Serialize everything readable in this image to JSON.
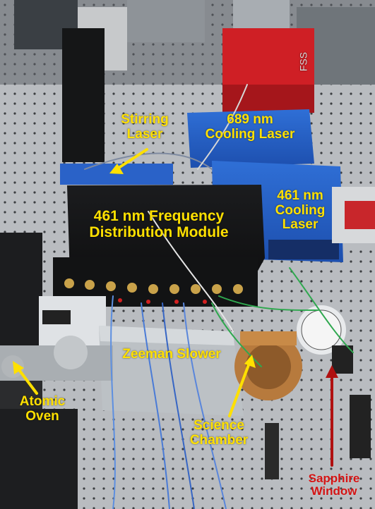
{
  "labels": {
    "fss": "FSS",
    "laser_689": "689 nm\nCooling Laser",
    "stirring": "Stirring\nLaser",
    "fdm": "461 nm Frequency\nDistribution Module",
    "laser_461": "461 nm\nCooling\nLaser",
    "zeeman": "Zeeman Slower",
    "oven": "Atomic\nOven",
    "science": "Science\nChamber",
    "sapphire": "Sapphire\nWindow"
  },
  "colors": {
    "label_yellow": "#ffe000",
    "arrow_yellow": "#ffe000",
    "label_red": "#d41414",
    "arrow_red": "#b01010"
  }
}
